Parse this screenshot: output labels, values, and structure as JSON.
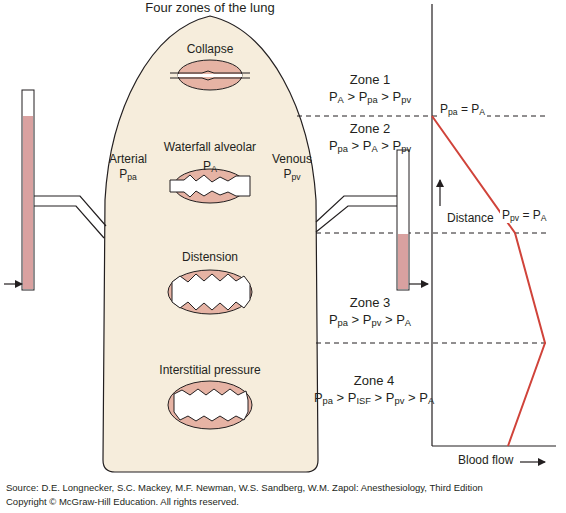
{
  "diagram": {
    "title": "Four zones of the lung",
    "labels": [
      "Collapse",
      "Waterfall alveolar",
      "Arterial",
      "Ppa",
      "PA",
      "Venous",
      "Ppv",
      "Distension",
      "Interstitial pressure",
      "Zone 1",
      "PA > Ppa > Ppv",
      "Zone 2",
      "Ppa > PA > Ppv",
      "Zone 3",
      "Ppa > Ppv > PA",
      "Zone 4",
      "Ppa > PISF > Ppv > PA",
      "Ppa = PA",
      "Ppv = PA",
      "Distance",
      "Blood flow",
      "Source: D.E. Longnecker, S.C. Mackey, M.F. Newman, W.S. Sandberg, W.M. Zapol: Anesthesiology, Third Edition",
      "Copyright © McGraw-Hill Education. All rights reserved."
    ]
  }
}
